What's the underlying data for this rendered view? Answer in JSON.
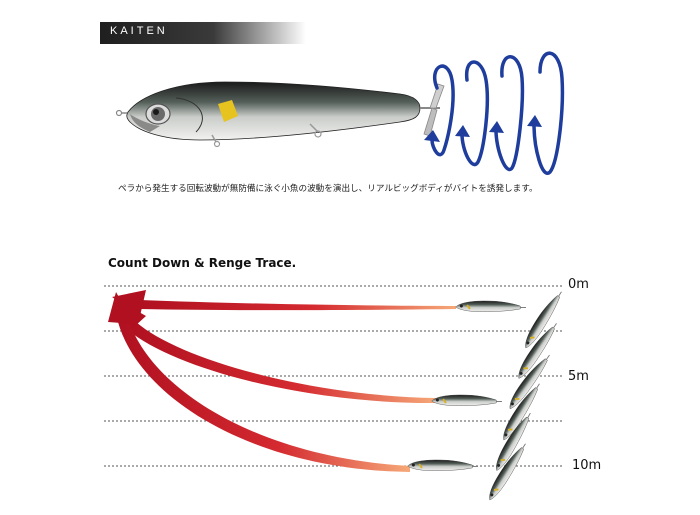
{
  "header": {
    "brand_label": "KAITEN",
    "caption": "ペラから発生する回転波動が無防備に泳ぐ小魚の波動を演出し、リアルビッグボディがバイトを誘発します。"
  },
  "diagram": {
    "title": "Count Down & Renge Trace.",
    "depth_labels": [
      "0m",
      "5m",
      "10m"
    ]
  },
  "colors": {
    "rotation_arrow": "#1e3d9c",
    "trace_arrow_dark": "#b01020",
    "trace_arrow_light": "#f4a070",
    "guide_line": "#555555"
  }
}
